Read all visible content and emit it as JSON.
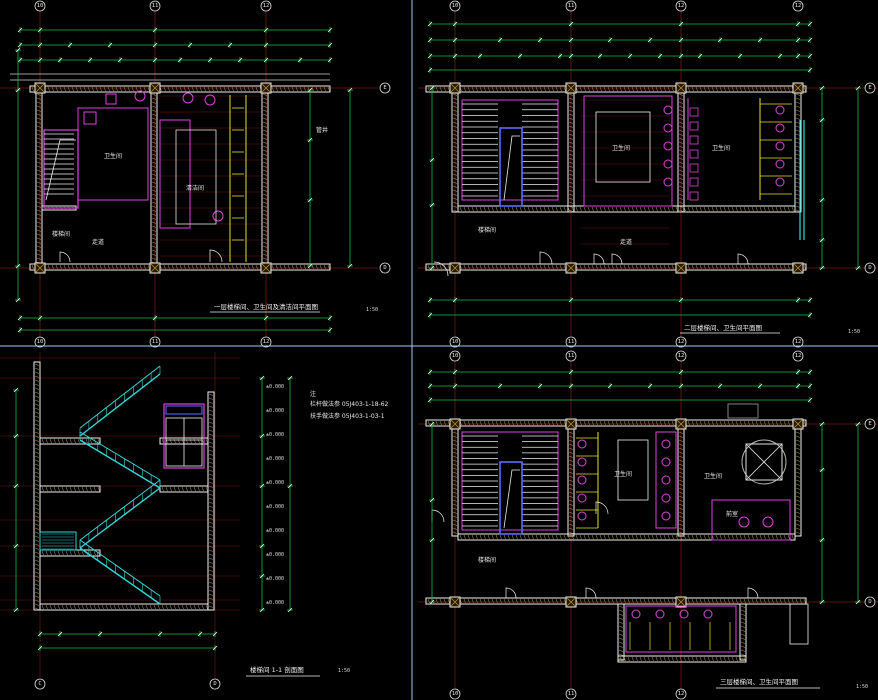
{
  "colors": {
    "background": "#000000",
    "axis": "#7a1515",
    "dimension": "#10c040",
    "wall": "#f0f0f0",
    "wall_hatch": "#b8a040",
    "magenta": "#e040e0",
    "cyan": "#30d8d8",
    "yellow": "#e8e030",
    "blue": "#5a6cff",
    "viewport_divider": "#a8c8f0"
  },
  "panels": {
    "tl": {
      "grid_bubbles": [
        "10",
        "11",
        "12",
        "E",
        "D"
      ],
      "title": "一层楼梯间、卫生间及清洁间平面图",
      "scale": "1:50",
      "room_labels": [
        "楼梯间",
        "卫生间",
        "清洁间",
        "走道",
        "管井"
      ]
    },
    "tr": {
      "grid_bubbles": [
        "10",
        "11",
        "12",
        "E",
        "D"
      ],
      "title": "二层楼梯间、卫生间平面图",
      "scale": "1:50",
      "room_labels": [
        "楼梯间",
        "卫生间",
        "走道"
      ]
    },
    "bl": {
      "title": "楼梯间 1-1 剖面图",
      "scale": "1:50",
      "notes": [
        "注",
        "栏杆做法参 05J403-1-18-62",
        "扶手做法参 05J403-1-03-1"
      ]
    },
    "br": {
      "grid_bubbles": [
        "10",
        "11",
        "12",
        "E",
        "D"
      ],
      "title": "三层楼梯间、卫生间平面图",
      "scale": "1:50",
      "room_labels": [
        "楼梯间",
        "卫生间",
        "前室"
      ]
    }
  }
}
